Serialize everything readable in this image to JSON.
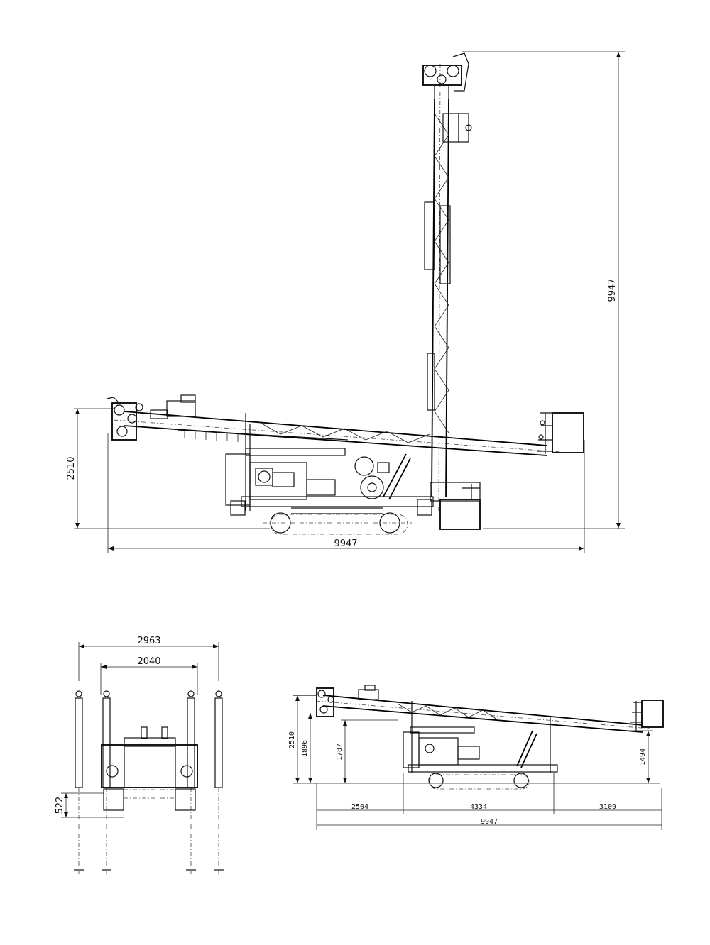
{
  "side_view": {
    "overall_height": "9947",
    "overall_length": "9947",
    "transport_height": "2510"
  },
  "front_view": {
    "outer_width": "2963",
    "inner_width": "2040",
    "ground_clearance": "522"
  },
  "transport_view": {
    "height_total": "2510",
    "height_mast": "1896",
    "height_frame": "1787",
    "height_rear": "1494",
    "front_overhang": "2504",
    "wheelbase": "4334",
    "rear_overhang": "3109",
    "overall_length": "9947"
  }
}
